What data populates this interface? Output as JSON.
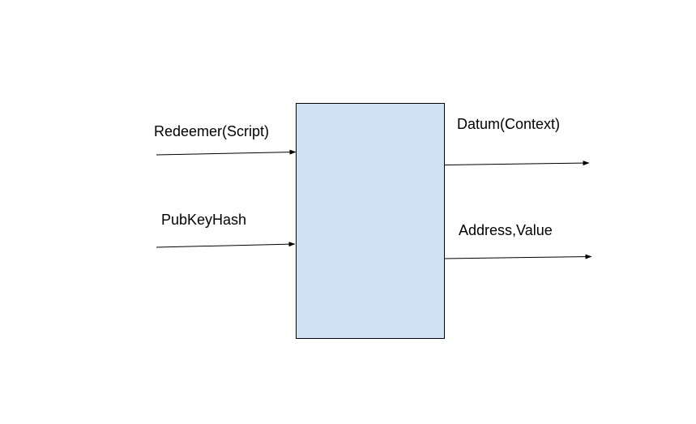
{
  "diagram": {
    "block_fill": "#cfe2f3",
    "block_stroke": "#000000",
    "arrow_color": "#000000",
    "inputs": [
      {
        "label": "Redeemer(Script)"
      },
      {
        "label": "PubKeyHash"
      }
    ],
    "outputs": [
      {
        "label": "Datum(Context)"
      },
      {
        "label": "Address,Value"
      }
    ]
  }
}
